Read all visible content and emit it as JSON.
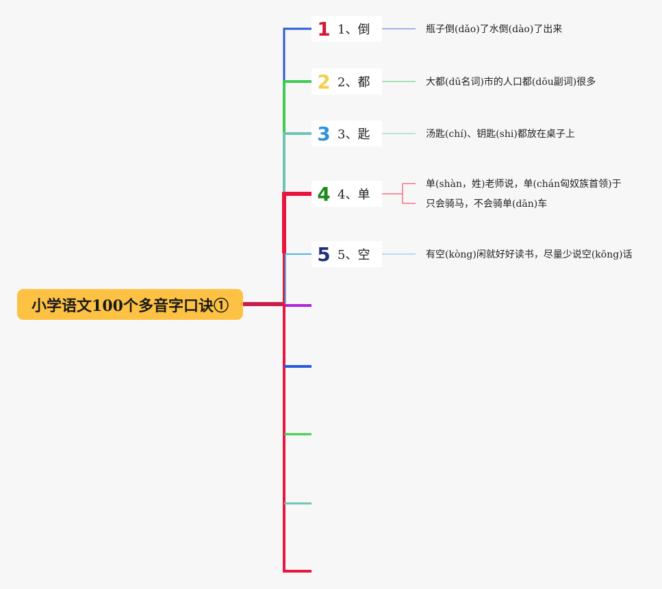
{
  "root": {
    "title": "小学语文100个多音字口诀①"
  },
  "colors": {
    "background": "#f7f7f7",
    "root_fill": "#fdc244",
    "trunk": "#e8163f",
    "branch1": "#2a5bd7",
    "branch2": "#3ecb4f",
    "branch3": "#6fc3b2",
    "branch4": "#e8163f",
    "branch5": "#4fb3e8",
    "stub_purple": "#b224d6"
  },
  "topics": [
    {
      "number": "1",
      "label": "1、倒",
      "number_color": "#d21a36",
      "icon": "number-1-icon",
      "leaves": [
        "瓶子倒(dǎo)了水倒(dào)了出来"
      ]
    },
    {
      "number": "2",
      "label": "2、都",
      "number_color": "#f5cf4b",
      "icon": "number-2-icon",
      "leaves": [
        "大都(dū名词)市的人口都(dōu副词)很多"
      ]
    },
    {
      "number": "3",
      "label": "3、匙",
      "number_color": "#2c93d9",
      "icon": "number-3-icon",
      "leaves": [
        "汤匙(chí)、钥匙(shi)都放在桌子上"
      ]
    },
    {
      "number": "4",
      "label": "4、单",
      "number_color": "#1d8a1d",
      "icon": "number-4-icon",
      "leaves": [
        "单(shàn，姓)老师说，单(chán匈奴族首领)于",
        "只会骑马，不会骑单(dān)车"
      ]
    },
    {
      "number": "5",
      "label": "5、空",
      "number_color": "#1f2f7a",
      "icon": "number-5-icon",
      "leaves": [
        "有空(kòng)闲就好好读书，尽量少说空(kōng)话"
      ]
    }
  ]
}
